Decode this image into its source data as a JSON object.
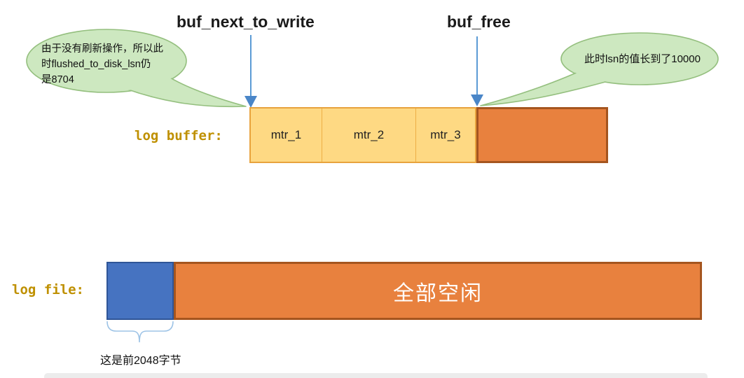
{
  "diagram_title_implicit": "redo log buffer and log file state diagram",
  "pointers": {
    "buf_next_to_write": "buf_next_to_write",
    "buf_free": "buf_free"
  },
  "bubbles": {
    "left": {
      "text": "由于没有刷新操作，所以此\n时flushed_to_disk_lsn仍\n是8704"
    },
    "right": {
      "text": "此时lsn的值长到了10000"
    }
  },
  "log_buffer": {
    "label": "log buffer:",
    "segments": [
      {
        "label": "mtr_1"
      },
      {
        "label": "mtr_2"
      },
      {
        "label": "mtr_3"
      }
    ]
  },
  "log_file": {
    "label": "log file:",
    "free_label": "全部空闲",
    "caption": "这是前2048字节"
  },
  "colors": {
    "bubble_fill": "#CDE8C0",
    "bubble_stroke": "#94BF7E",
    "arrow_blue": "#5B9BD5",
    "light_segment_fill": "#FED983",
    "light_segment_border": "#E8A33D",
    "free_segment_fill": "#E8813E",
    "free_segment_border": "#A5551F",
    "file_written_fill": "#4673C1",
    "file_written_border": "#2F5597",
    "row_label_color": "#BF9000",
    "brace_color": "#9DC3E6"
  }
}
